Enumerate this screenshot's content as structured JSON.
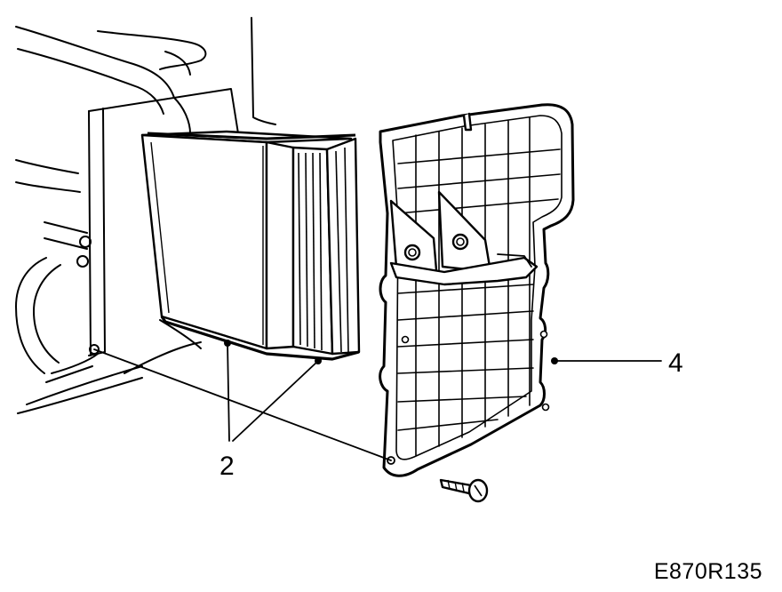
{
  "diagram": {
    "callouts": [
      {
        "id": "callout-2",
        "label": "2"
      },
      {
        "id": "callout-4",
        "label": "4"
      }
    ],
    "reference_code": "E870R135",
    "colors": {
      "ink": "#000000",
      "paper": "#ffffff"
    }
  }
}
